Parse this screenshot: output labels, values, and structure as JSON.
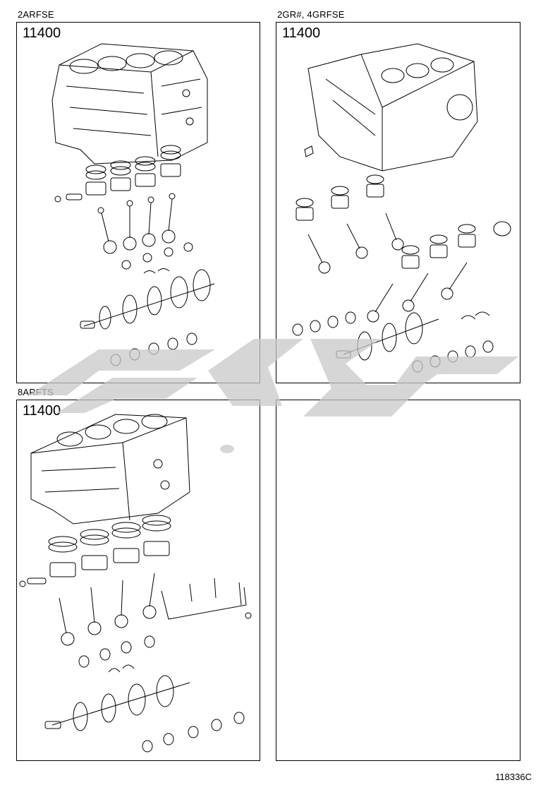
{
  "panels": [
    {
      "engine_label": "2ARFSE",
      "part_number": "11400"
    },
    {
      "engine_label": "2GR#, 4GRFSE",
      "part_number": "11400"
    },
    {
      "engine_label": "8ARFTS",
      "part_number": "11400"
    },
    {
      "engine_label": "",
      "part_number": ""
    }
  ],
  "drawing_id": "118336C",
  "watermark_color": "#c9c9c9",
  "line_color": "#000000"
}
